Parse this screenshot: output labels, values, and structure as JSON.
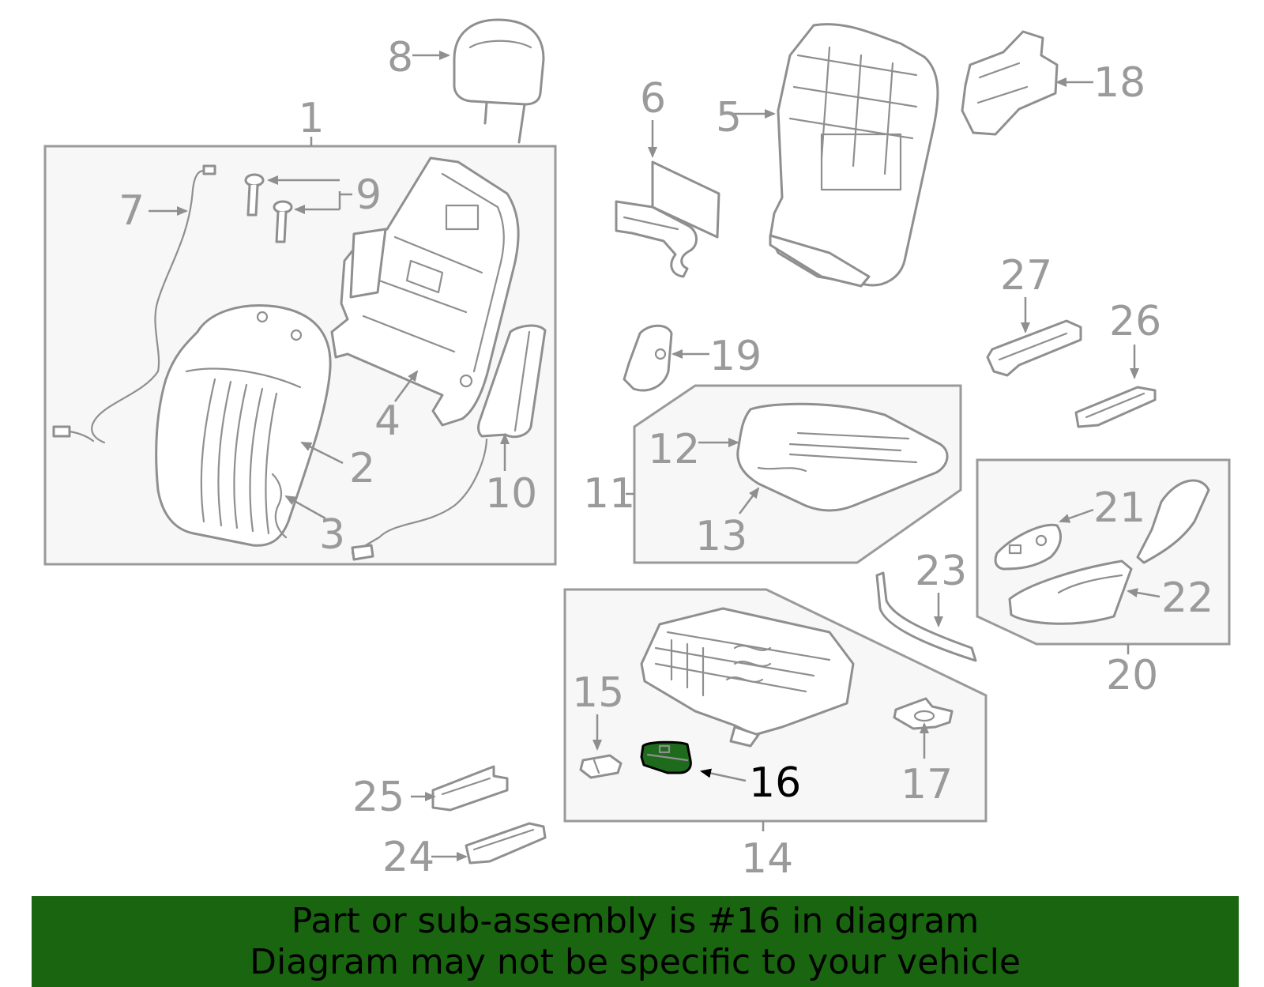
{
  "highlight": {
    "part_number": "16",
    "color": "#1e6b1e"
  },
  "banner": {
    "line1": "Part or sub-assembly is #16 in diagram",
    "line2": "Diagram may not be specific to your vehicle",
    "background": "#1a6610"
  },
  "callouts": {
    "c1": "1",
    "c2": "2",
    "c3": "3",
    "c4": "4",
    "c5": "5",
    "c6": "6",
    "c7": "7",
    "c8": "8",
    "c9": "9",
    "c10": "10",
    "c11": "11",
    "c12": "12",
    "c13": "13",
    "c14": "14",
    "c15": "15",
    "c16": "16",
    "c17": "17",
    "c18": "18",
    "c19": "19",
    "c20": "20",
    "c21": "21",
    "c22": "22",
    "c23": "23",
    "c24": "24",
    "c25": "25",
    "c26": "26",
    "c27": "27"
  }
}
